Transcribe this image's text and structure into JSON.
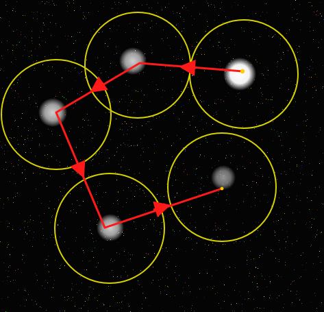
{
  "image": {
    "background_color": "#000000",
    "noise_colors": [
      "#ff3b3b",
      "#3bff3b",
      "#4b6bff",
      "#ffffff",
      "#ffd000"
    ],
    "circle_color": "#d8d200",
    "path_color": "#ff1a1a",
    "spot_colors": {
      "bright": "#ffffff",
      "dim": "#d8d8d8"
    },
    "spots": [
      {
        "name": "spot-top-right",
        "brightness": 1.0
      },
      {
        "name": "spot-top-center",
        "brightness": 0.72
      },
      {
        "name": "spot-left",
        "brightness": 0.68
      },
      {
        "name": "spot-bottom-left",
        "brightness": 0.63
      },
      {
        "name": "spot-right",
        "brightness": 0.45
      }
    ],
    "path_order": [
      "spot-top-right",
      "spot-top-center",
      "spot-left",
      "spot-bottom-left",
      "spot-right"
    ],
    "circle_count": 5
  }
}
